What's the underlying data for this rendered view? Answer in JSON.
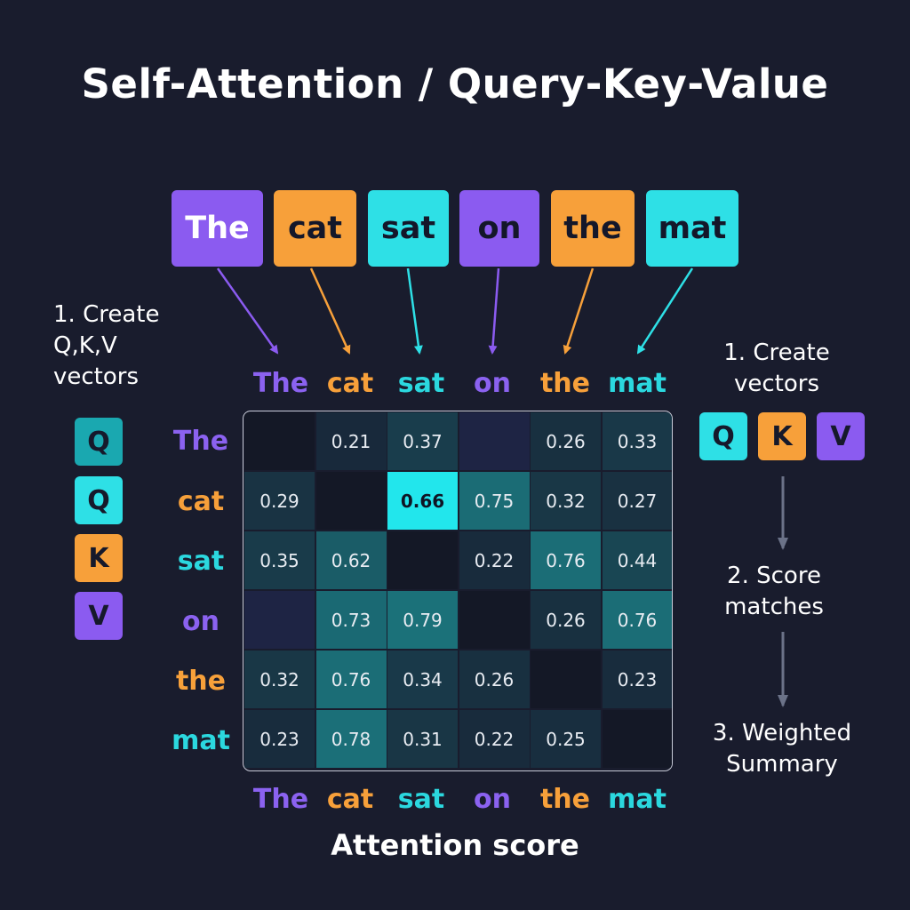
{
  "title": "Self-Attention / Query-Key-Value",
  "tokens": [
    "The",
    "cat",
    "sat",
    "on",
    "the",
    "mat"
  ],
  "left_step": "1. Create Q,K,V vectors",
  "left_chips": [
    "Q",
    "Q",
    "K",
    "V"
  ],
  "right_steps": {
    "step1": "1. Create vectors",
    "chips": [
      "Q",
      "K",
      "V"
    ],
    "step2": "2. Score matches",
    "step3": "3. Weighted Summary"
  },
  "matrix": {
    "rows": [
      "The",
      "cat",
      "sat",
      "on",
      "the",
      "mat"
    ],
    "cols": [
      "The",
      "cat",
      "sat",
      "on",
      "the",
      "mat"
    ],
    "values": [
      [
        "",
        "0.21",
        "0.37",
        "",
        "0.26",
        "0.33"
      ],
      [
        "0.29",
        "",
        "0.66",
        "0.75",
        "0.32",
        "0.27"
      ],
      [
        "0.35",
        "0.62",
        "",
        "0.22",
        "0.76",
        "0.44"
      ],
      [
        "",
        "0.73",
        "0.79",
        "",
        "0.26",
        "0.76"
      ],
      [
        "0.32",
        "0.76",
        "0.34",
        "0.26",
        "",
        "0.23"
      ],
      [
        "0.23",
        "0.78",
        "0.31",
        "0.22",
        "0.25",
        ""
      ]
    ]
  },
  "caption": "Attention score",
  "colors": {
    "background": "#191c2d",
    "purple": "#8b5bf0",
    "orange": "#f7a03a",
    "cyan": "#2ee0e6",
    "highlight": "#22e6ec"
  }
}
